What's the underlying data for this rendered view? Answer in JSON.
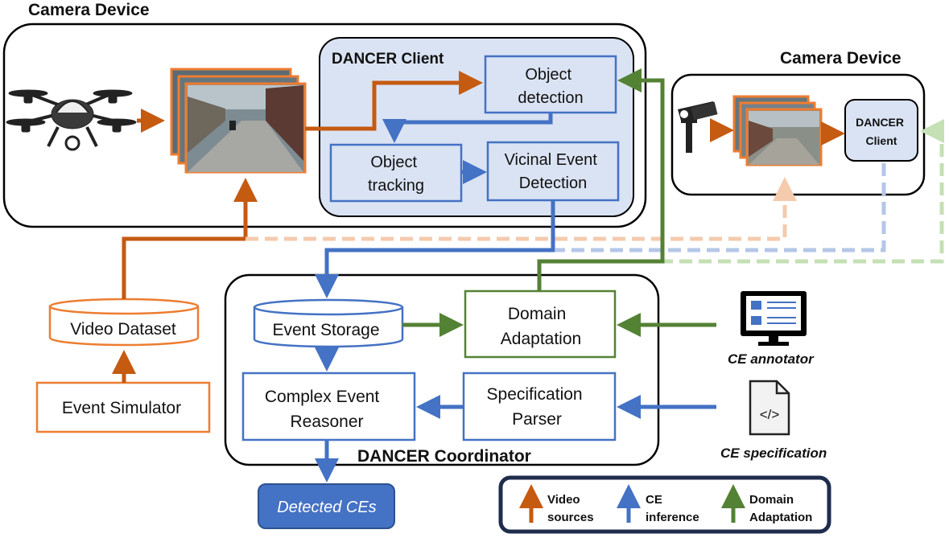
{
  "labels": {
    "camera_device_main": "Camera Device",
    "camera_device_second": "Camera Device",
    "dancer_client": "DANCER Client",
    "object_detection": [
      "Object",
      "detection"
    ],
    "object_tracking": [
      "Object",
      "tracking"
    ],
    "vicinal_event_detection": [
      "Vicinal Event",
      "Detection"
    ],
    "dancer_client_small": [
      "DANCER",
      "Client"
    ],
    "video_dataset": "Video Dataset",
    "event_simulator": "Event Simulator",
    "event_storage": "Event Storage",
    "domain_adaptation": [
      "Domain",
      "Adaptation"
    ],
    "complex_event_reasoner": [
      "Complex Event",
      "Reasoner"
    ],
    "specification_parser": [
      "Specification",
      "Parser"
    ],
    "dancer_coordinator": "DANCER Coordinator",
    "ce_annotator": "CE annotator",
    "ce_specification": "CE specification",
    "detected_ces": "Detected CEs",
    "spec_icon_glyph": "</>"
  },
  "legend": {
    "items": [
      {
        "lines": [
          "Video",
          "sources"
        ],
        "color": "#c55a11"
      },
      {
        "lines": [
          "CE",
          "inference"
        ],
        "color": "#4472c4"
      },
      {
        "lines": [
          "Domain",
          "Adaptation"
        ],
        "color": "#548235"
      }
    ]
  },
  "colors": {
    "orange": "#c55a11",
    "blue": "#4472c4",
    "green": "#548235",
    "light_orange": "#f4cbad",
    "light_blue": "#b4c7e7",
    "light_green": "#c5e0b4",
    "client_fill": "#dae3f3",
    "detected_fill": "#4472c4",
    "box_orange": "#ed7d31"
  },
  "icons": [
    "drone-icon",
    "video-frames-icon",
    "security-camera-icon",
    "monitor-icon",
    "code-document-icon"
  ]
}
